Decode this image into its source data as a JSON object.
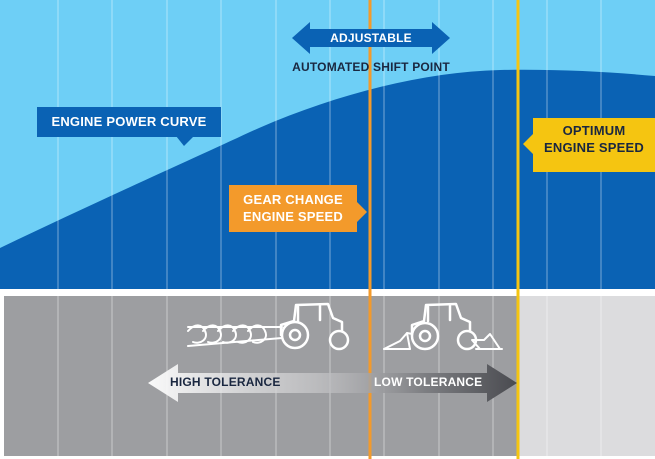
{
  "labels": {
    "adjustable": "ADJUSTABLE",
    "automated_shift_point": "AUTOMATED SHIFT POINT",
    "engine_power_curve": "ENGINE POWER CURVE",
    "gear_change_line1": "GEAR CHANGE",
    "gear_change_line2": "ENGINE SPEED",
    "optimum_line1": "OPTIMUM",
    "optimum_line2": "ENGINE SPEED",
    "high_tolerance": "HIGH TOLERANCE",
    "low_tolerance": "LOW TOLERANCE"
  },
  "colors": {
    "sky": "#6ecff6",
    "power_area": "#0a62b4",
    "label_blue": "#0a62b4",
    "gear_change_orange": "#f39a2b",
    "optimum_yellow": "#f5c511",
    "lower_dark_gray": "#9d9ea1",
    "lower_light_gray": "#dcdcde"
  },
  "icons": [
    "plough-tractor-icon",
    "mower-tractor-icon"
  ]
}
